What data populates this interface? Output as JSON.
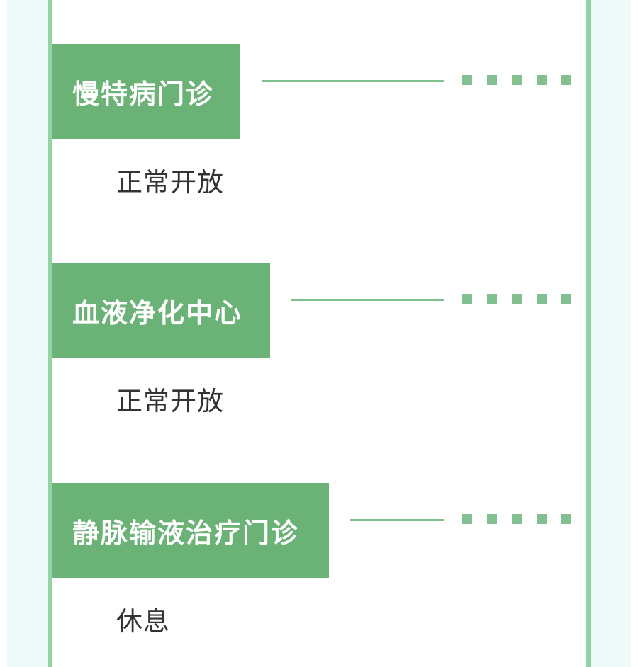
{
  "sections": [
    {
      "title": "慢特病门诊",
      "status": "正常开放"
    },
    {
      "title": "血液净化中心",
      "status": "正常开放"
    },
    {
      "title": "静脉输液治疗门诊",
      "status": "休息"
    }
  ],
  "colors": {
    "header_bg": "#6bb277",
    "frame": "#94d3a3",
    "side_band": "#eef9f9",
    "connector": "#7fc08d",
    "status_text": "#333333"
  }
}
